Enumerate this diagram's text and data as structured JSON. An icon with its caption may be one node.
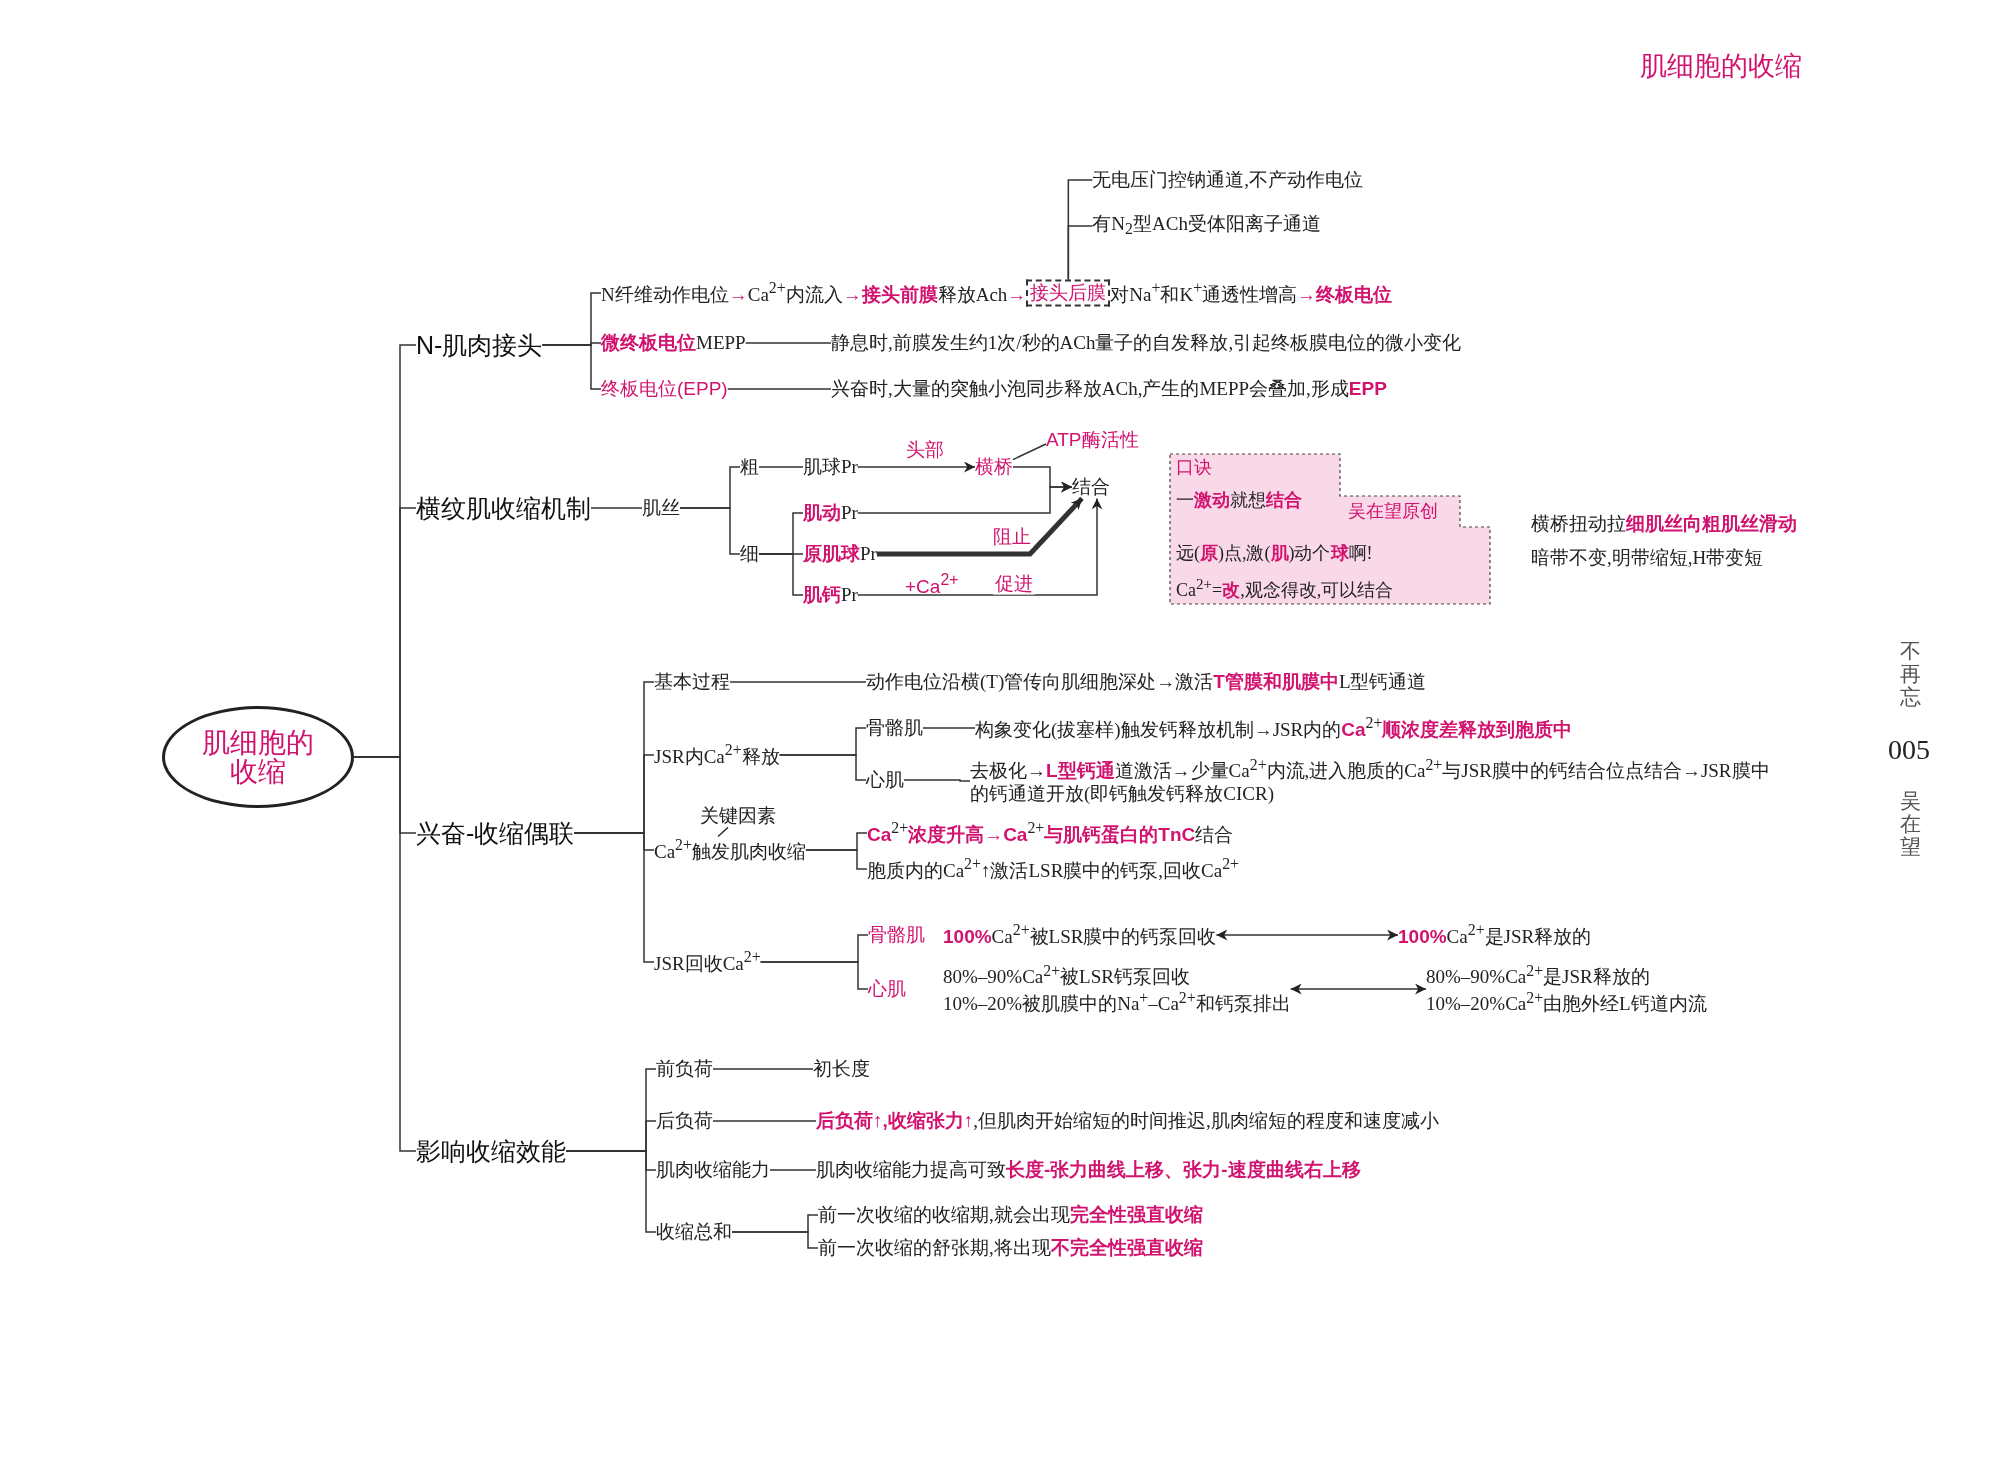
{
  "diagram": {
    "title": "肌细胞的收缩",
    "nodes": [
      {
        "text": [
          "肌细胞的收缩"
        ]
      },
      {
        "text": [
          "N-肌肉接头"
        ]
      },
      {
        "text": [
          "N纤维动作电位**→**Ca$^{2+}$内流入**→接头前膜**释放Ach**→**"
        ]
      },
      {
        "text": [
          "接头后膜"
        ]
      },
      {
        "text": [
          "对Na$^{+}$和K$^{+}$通透性增高**→终板电位**"
        ]
      },
      {
        "text": [
          "无电压门控钠通道,不产动作电位"
        ]
      },
      {
        "text": [
          "有N$_{2}$型ACh受体阳离子通道"
        ]
      },
      {
        "text": [
          "**微终板电位**MEPP"
        ]
      },
      {
        "text": [
          "静息时,前膜发生约1次/秒的ACh量子的自发释放,引起终板膜电位的微小变化"
        ]
      },
      {
        "text": [
          "终板电位(EPP)"
        ]
      },
      {
        "text": [
          "兴奋时,大量的突触小泡同步释放ACh,产生的MEPP会叠加,形成**EPP**"
        ]
      },
      {
        "text": [
          "横纹肌收缩机制"
        ]
      },
      {
        "text": [
          "肌丝"
        ]
      },
      {
        "text": [
          "粗"
        ]
      },
      {
        "text": [
          "细"
        ]
      },
      {
        "text": [
          "肌球Pr"
        ]
      },
      {
        "text": [
          "横桥"
        ]
      },
      {
        "text": [
          "ATP酶活性"
        ]
      },
      {
        "text": [
          "结合"
        ]
      },
      {
        "text": [
          "**肌动**Pr"
        ]
      },
      {
        "text": [
          "**原肌球**Pr"
        ]
      },
      {
        "text": [
          "**肌钙**Pr"
        ]
      },
      {
        "text": [
          "一**激动**就想**结合**",
          "远(**原**)点,激(**肌**)动个**球**啊!",
          "Ca$^{2+}$=**改**,观念得改,可以结合"
        ]
      },
      {
        "text": [
          "口诀"
        ],
        "in": 22
      },
      {
        "text": [
          "吴在望原创"
        ],
        "in": 22
      },
      {
        "text": [
          "兴奋-收缩偶联"
        ]
      },
      {
        "text": [
          "基本过程"
        ]
      },
      {
        "text": [
          "动作电位沿横(T)管传向肌细胞深处→激活**T管膜和肌膜中**L型钙通道"
        ]
      },
      {
        "text": [
          "JSR内Ca$^{2+}$释放"
        ]
      },
      {
        "text": [
          "骨骼肌"
        ]
      },
      {
        "text": [
          "构象变化(拔塞样)触发钙释放机制→JSR内的**Ca**$^{2+}$**顺浓度差释放到胞质中**"
        ]
      },
      {
        "text": [
          "心肌"
        ]
      },
      {
        "text": [
          "去极化→**L型钙通**道激活→少量Ca$^{2+}$内流,进入胞质的Ca$^{2+}$与JSR膜中的钙结合位点结合→JSR膜中的钙通道开放(即钙触发钙释放CICR)"
        ]
      },
      {
        "text": [
          "Ca$^{2+}$触发肌肉收缩"
        ]
      },
      {
        "text": [
          "关键因素"
        ]
      },
      {
        "text": [
          "**Ca**$^{2+}$**浓度升高→Ca**$^{2+}$**与肌钙蛋白的TnC**结合"
        ]
      },
      {
        "text": [
          "胞质内的Ca$^{2+}$↑激活LSR膜中的钙泵,回收Ca$^{2+}$"
        ]
      },
      {
        "text": [
          "JSR回收Ca$^{2+}$"
        ]
      },
      {
        "text": [
          "骨骼肌"
        ]
      },
      {
        "text": [
          "**100%**Ca$^{2+}$被LSR膜中的钙泵回收"
        ]
      },
      {
        "text": [
          "**100%**Ca$^{2+}$是JSR释放的"
        ]
      },
      {
        "text": [
          "心肌"
        ]
      },
      {
        "text": [
          "80%–90%Ca$^{2+}$被LSR钙泵回收",
          "10%–20%被肌膜中的Na$^{+}$–Ca$^{2+}$和钙泵排出"
        ]
      },
      {
        "text": [
          "80%–90%Ca$^{2+}$是JSR释放的",
          "10%–20%Ca$^{2+}$由胞外经L钙道内流"
        ]
      },
      {
        "text": [
          "影响收缩效能"
        ]
      },
      {
        "text": [
          "前负荷"
        ]
      },
      {
        "text": [
          "初长度"
        ]
      },
      {
        "text": [
          "后负荷"
        ]
      },
      {
        "text": [
          "**后负荷↑,收缩张力↑**,但肌肉开始缩短的时间推迟,肌肉缩短的程度和速度减小"
        ]
      },
      {
        "text": [
          "肌肉收缩能力"
        ]
      },
      {
        "text": [
          "肌肉收缩能力提高可致**长度-张力曲线上移、张力-速度曲线右上移**"
        ]
      },
      {
        "text": [
          "收缩总和"
        ]
      },
      {
        "text": [
          "前一次收缩的收缩期,就会出现**完全性强直收缩**"
        ]
      },
      {
        "text": [
          "前一次收缩的舒张期,将出现**不完全性强直收缩**"
        ]
      }
    ],
    "edges": [
      {
        "from": 0,
        "to": 1,
        "arrow": "none"
      },
      {
        "from": 0,
        "to": 11,
        "arrow": "none"
      },
      {
        "from": 0,
        "to": 25,
        "arrow": "none"
      },
      {
        "from": 0,
        "to": 44,
        "arrow": "none"
      },
      {
        "from": 1,
        "to": 2,
        "arrow": "none"
      },
      {
        "from": 1,
        "to": 7,
        "arrow": "none"
      },
      {
        "from": 1,
        "to": 9,
        "arrow": "none"
      },
      {
        "from": 3,
        "to": 5,
        "arrow": "none"
      },
      {
        "from": 3,
        "to": 6,
        "arrow": "none"
      },
      {
        "from": 7,
        "to": 8,
        "arrow": "none"
      },
      {
        "from": 9,
        "to": 10,
        "arrow": "none"
      },
      {
        "from": 11,
        "to": 12,
        "arrow": "none"
      },
      {
        "from": 12,
        "to": 13,
        "arrow": "none"
      },
      {
        "from": 12,
        "to": 14,
        "arrow": "none"
      },
      {
        "from": 13,
        "to": 15,
        "arrow": "none"
      },
      {
        "from": 15,
        "to": 16,
        "arrow": "to",
        "label": "头部"
      },
      {
        "from": 16,
        "to": 17,
        "arrow": "none"
      },
      {
        "from": 16,
        "to": 18,
        "arrow": "to"
      },
      {
        "from": 14,
        "to": 19,
        "arrow": "none"
      },
      {
        "from": 14,
        "to": 20,
        "arrow": "none"
      },
      {
        "from": 14,
        "to": 21,
        "arrow": "none"
      },
      {
        "from": 19,
        "to": 18,
        "arrow": "to"
      },
      {
        "from": 20,
        "to": 18,
        "arrow": "to",
        "label": "阻止",
        "style": "thick"
      },
      {
        "from": 21,
        "to": 18,
        "arrow": "to",
        "label": "促进"
      },
      {
        "from": 25,
        "to": 26,
        "arrow": "none"
      },
      {
        "from": 25,
        "to": 28,
        "arrow": "none"
      },
      {
        "from": 25,
        "to": 33,
        "arrow": "none"
      },
      {
        "from": 25,
        "to": 37,
        "arrow": "none"
      },
      {
        "from": 26,
        "to": 27,
        "arrow": "none"
      },
      {
        "from": 28,
        "to": 29,
        "arrow": "none"
      },
      {
        "from": 28,
        "to": 31,
        "arrow": "none"
      },
      {
        "from": 29,
        "to": 30,
        "arrow": "none"
      },
      {
        "from": 31,
        "to": 32,
        "arrow": "none"
      },
      {
        "from": 34,
        "to": 33,
        "arrow": "none"
      },
      {
        "from": 33,
        "to": 35,
        "arrow": "none"
      },
      {
        "from": 33,
        "to": 36,
        "arrow": "none"
      },
      {
        "from": 37,
        "to": 38,
        "arrow": "none"
      },
      {
        "from": 37,
        "to": 41,
        "arrow": "none"
      },
      {
        "from": 39,
        "to": 40,
        "arrow": "both"
      },
      {
        "from": 42,
        "to": 43,
        "arrow": "both"
      },
      {
        "from": 44,
        "to": 45,
        "arrow": "none"
      },
      {
        "from": 44,
        "to": 47,
        "arrow": "none"
      },
      {
        "from": 44,
        "to": 49,
        "arrow": "none"
      },
      {
        "from": 44,
        "to": 51,
        "arrow": "none"
      },
      {
        "from": 45,
        "to": 46,
        "arrow": "none"
      },
      {
        "from": 47,
        "to": 48,
        "arrow": "none"
      },
      {
        "from": 49,
        "to": 50,
        "arrow": "none"
      },
      {
        "from": 51,
        "to": 52,
        "arrow": "none"
      },
      {
        "from": 51,
        "to": 53,
        "arrow": "none"
      }
    ],
    "labels": [
      "+Ca$^{2+}$",
      "横桥扭动拉**细肌丝向粗肌丝滑动**",
      "暗带不变,明带缩短,H带变短",
      "不再忘",
      "005",
      "吴在望"
    ]
  }
}
